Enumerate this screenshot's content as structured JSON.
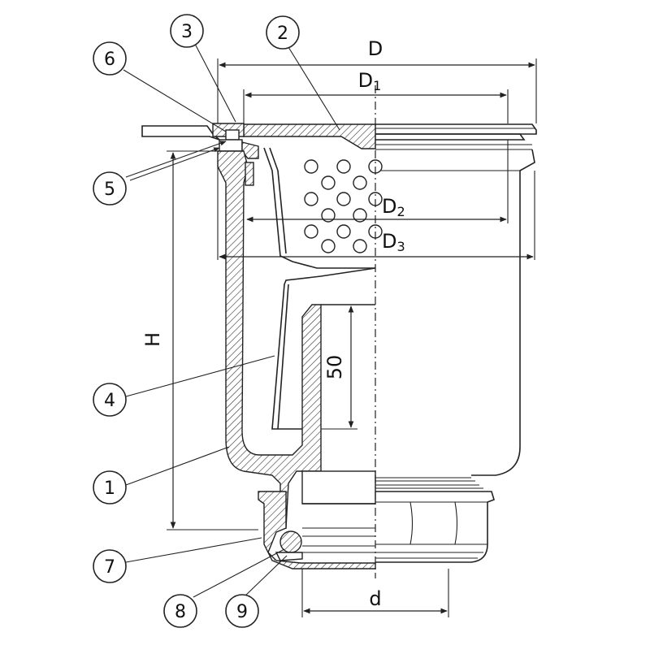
{
  "callouts": [
    {
      "id": "c1",
      "label": "1"
    },
    {
      "id": "c2",
      "label": "2"
    },
    {
      "id": "c3",
      "label": "3"
    },
    {
      "id": "c4",
      "label": "4"
    },
    {
      "id": "c5",
      "label": "5"
    },
    {
      "id": "c6",
      "label": "6"
    },
    {
      "id": "c7",
      "label": "7"
    },
    {
      "id": "c8",
      "label": "8"
    },
    {
      "id": "c9",
      "label": "9"
    }
  ],
  "dimensions": {
    "D": "D",
    "D1": "D",
    "D1_sub": "1",
    "D2": "D",
    "D2_sub": "2",
    "D3": "D",
    "D3_sub": "3",
    "H": "H",
    "height_50": "50",
    "d": "d"
  }
}
